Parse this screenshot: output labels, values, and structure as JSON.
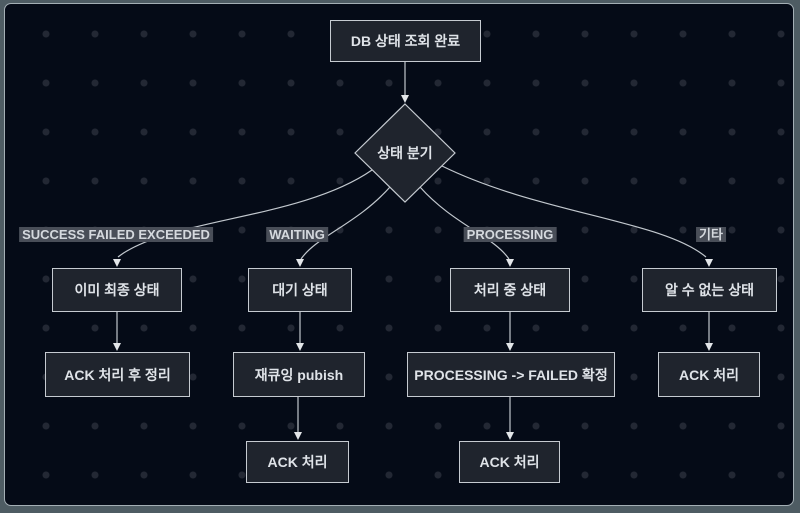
{
  "diagram": {
    "nodes": {
      "start": {
        "label": "DB 상태 조회 완료"
      },
      "decision": {
        "label": "상태 분기"
      },
      "already_final": {
        "label": "이미 최종 상태"
      },
      "waiting_state": {
        "label": "대기 상태"
      },
      "processing_state": {
        "label": "처리 중 상태"
      },
      "unknown_state": {
        "label": "알 수 없는 상태"
      },
      "ack_after_cleanup": {
        "label": "ACK 처리 후 정리"
      },
      "requeue_publish": {
        "label": "재큐잉 pubish"
      },
      "processing_to_failed": {
        "label": "PROCESSING -> FAILED 확정"
      },
      "ack_unknown": {
        "label": "ACK 처리"
      },
      "ack_requeue": {
        "label": "ACK 처리"
      },
      "ack_failed": {
        "label": "ACK 처리"
      }
    },
    "edge_labels": {
      "success_failed_exceeded": "SUCCESS FAILED EXCEEDED",
      "waiting": "WAITING",
      "processing": "PROCESSING",
      "other": "기타"
    },
    "colors": {
      "page_background": "#4e5c63",
      "panel_border": "#a4afb5",
      "canvas_background": "#050b17",
      "dot_grid": "#232834",
      "node_fill": "#1f242d",
      "node_border": "#c6cbd1",
      "node_text": "#dfe3e8",
      "edge_stroke": "#c2c8ce",
      "arrowhead_fill": "#e3e6e9",
      "edge_label_background": "#494e58",
      "edge_label_text": "#d5d9de"
    }
  }
}
